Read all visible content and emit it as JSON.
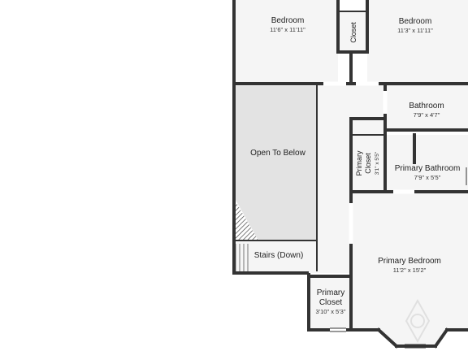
{
  "rooms": {
    "bedroom_1": {
      "name": "Bedroom",
      "dims": "11'6\" x 11'11\""
    },
    "closet_top": {
      "name": "Closet"
    },
    "bedroom_2": {
      "name": "Bedroom",
      "dims": "11'3\" x 11'11\""
    },
    "bathroom": {
      "name": "Bathroom",
      "dims": "7'9\" x 4'7\""
    },
    "open_to_below": {
      "name": "Open To Below"
    },
    "primary_closet_small": {
      "name_line1": "Primary",
      "name_line2": "Closet",
      "dims": "3'1\" x 5'5\""
    },
    "primary_bathroom": {
      "name": "Primary Bathroom",
      "dims": "7'9\" x 5'5\""
    },
    "stairs": {
      "name": "Stairs (Down)"
    },
    "primary_bedroom": {
      "name": "Primary Bedroom",
      "dims": "11'2\" x 15'2\""
    },
    "primary_closet": {
      "name_line1": "Primary",
      "name_line2": "Closet",
      "dims": "3'10\" x 5'3\""
    }
  },
  "colors": {
    "wall": "#333333",
    "room_fill": "#f5f5f5",
    "open_fill": "#e3e3e3",
    "background": "#ffffff"
  }
}
